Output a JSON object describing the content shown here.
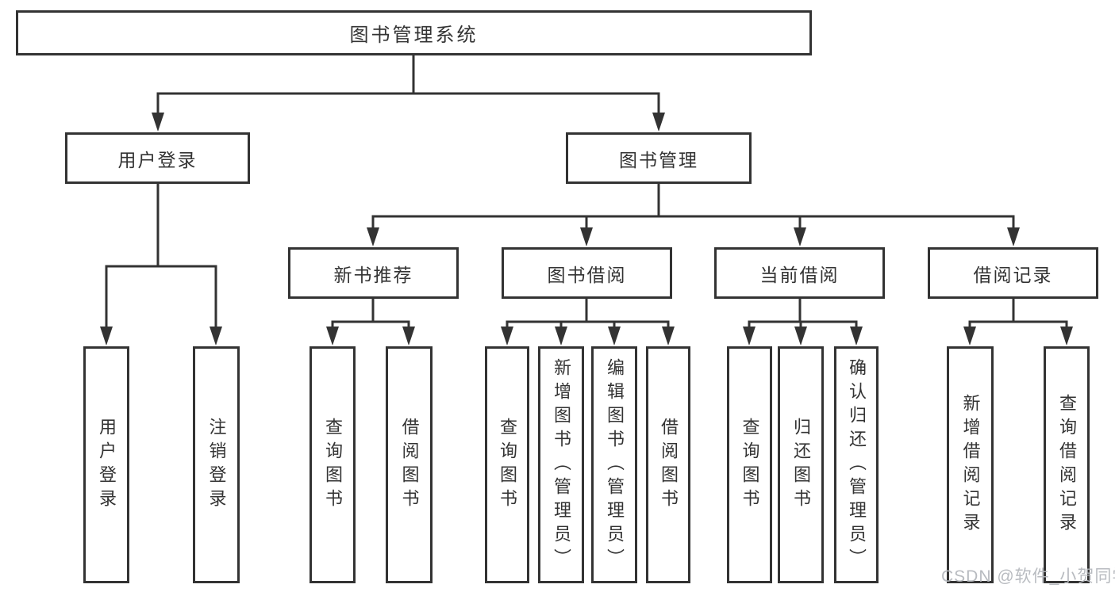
{
  "diagram": {
    "type": "hierarchy-tree",
    "colors": {
      "line": "#333333",
      "box_border": "#333333",
      "box_fill": "#ffffff",
      "text": "#333333"
    },
    "tree": {
      "id": "library-system",
      "label": "图书管理系统",
      "children": [
        {
          "id": "user-login",
          "label": "用户登录",
          "children": [
            {
              "id": "user-login-op",
              "label": "用户登录",
              "vertical": true
            },
            {
              "id": "logout-op",
              "label": "注销登录",
              "vertical": true
            }
          ]
        },
        {
          "id": "book-management",
          "label": "图书管理",
          "children": [
            {
              "id": "new-book-recommend",
              "label": "新书推荐",
              "children": [
                {
                  "id": "nbr-query-book",
                  "label": "查询图书",
                  "vertical": true
                },
                {
                  "id": "nbr-borrow-book",
                  "label": "借阅图书",
                  "vertical": true
                }
              ]
            },
            {
              "id": "book-borrow",
              "label": "图书借阅",
              "children": [
                {
                  "id": "bb-query-book",
                  "label": "查询图书",
                  "vertical": true
                },
                {
                  "id": "bb-add-book",
                  "label": "新增图书（管理员）",
                  "vertical": true
                },
                {
                  "id": "bb-edit-book",
                  "label": "编辑图书（管理员）",
                  "vertical": true
                },
                {
                  "id": "bb-borrow-book",
                  "label": "借阅图书",
                  "vertical": true
                }
              ]
            },
            {
              "id": "current-borrow",
              "label": "当前借阅",
              "children": [
                {
                  "id": "cb-query-book",
                  "label": "查询图书",
                  "vertical": true
                },
                {
                  "id": "cb-return-book",
                  "label": "归还图书",
                  "vertical": true
                },
                {
                  "id": "cb-confirm-return",
                  "label": "确认归还（管理员）",
                  "vertical": true
                }
              ]
            },
            {
              "id": "borrow-record",
              "label": "借阅记录",
              "children": [
                {
                  "id": "br-add-record",
                  "label": "新增借阅记录",
                  "vertical": true
                },
                {
                  "id": "br-query-record",
                  "label": "查询借阅记录",
                  "vertical": true
                }
              ]
            }
          ]
        }
      ]
    }
  },
  "watermark": {
    "text": "CSDN @软件_小贺同学",
    "color": "#b5b8bd"
  }
}
